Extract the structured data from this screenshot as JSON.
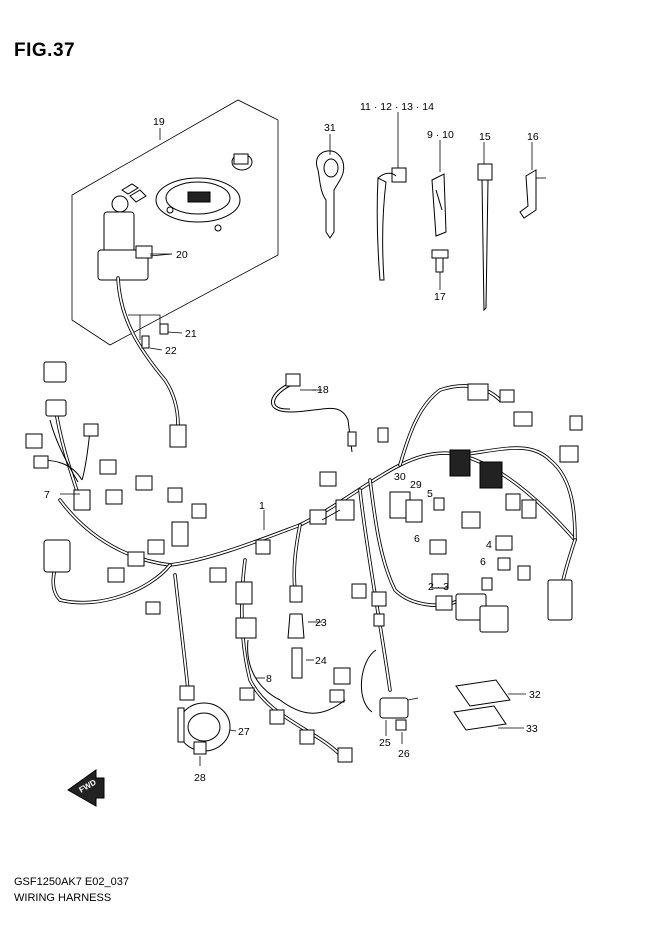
{
  "figure": {
    "title": "FIG.37",
    "code": "GSF1250AK7 E02_037",
    "name": "WIRING HARNESS",
    "fwd_label": "FWD"
  },
  "callouts": [
    {
      "id": "c19",
      "label": "19"
    },
    {
      "id": "c20",
      "label": "20"
    },
    {
      "id": "c21",
      "label": "21"
    },
    {
      "id": "c22",
      "label": "22"
    },
    {
      "id": "c31",
      "label": "31"
    },
    {
      "id": "c11",
      "label": "11 · 12 · 13 · 14"
    },
    {
      "id": "c9",
      "label": "9 · 10"
    },
    {
      "id": "c15",
      "label": "15"
    },
    {
      "id": "c16",
      "label": "16"
    },
    {
      "id": "c17",
      "label": "17"
    },
    {
      "id": "c18",
      "label": "18"
    },
    {
      "id": "c7",
      "label": "7"
    },
    {
      "id": "c1",
      "label": "1"
    },
    {
      "id": "c30",
      "label": "30"
    },
    {
      "id": "c29",
      "label": "29"
    },
    {
      "id": "c5",
      "label": "5"
    },
    {
      "id": "c6a",
      "label": "6"
    },
    {
      "id": "c4",
      "label": "4"
    },
    {
      "id": "c6b",
      "label": "6"
    },
    {
      "id": "c23",
      "label": "2 · 3"
    },
    {
      "id": "c23b",
      "label": "23"
    },
    {
      "id": "c24",
      "label": "24"
    },
    {
      "id": "c8",
      "label": "8"
    },
    {
      "id": "c32",
      "label": "32"
    },
    {
      "id": "c33",
      "label": "33"
    },
    {
      "id": "c27",
      "label": "27"
    },
    {
      "id": "c28",
      "label": "28"
    },
    {
      "id": "c25",
      "label": "25"
    },
    {
      "id": "c26",
      "label": "26"
    }
  ]
}
